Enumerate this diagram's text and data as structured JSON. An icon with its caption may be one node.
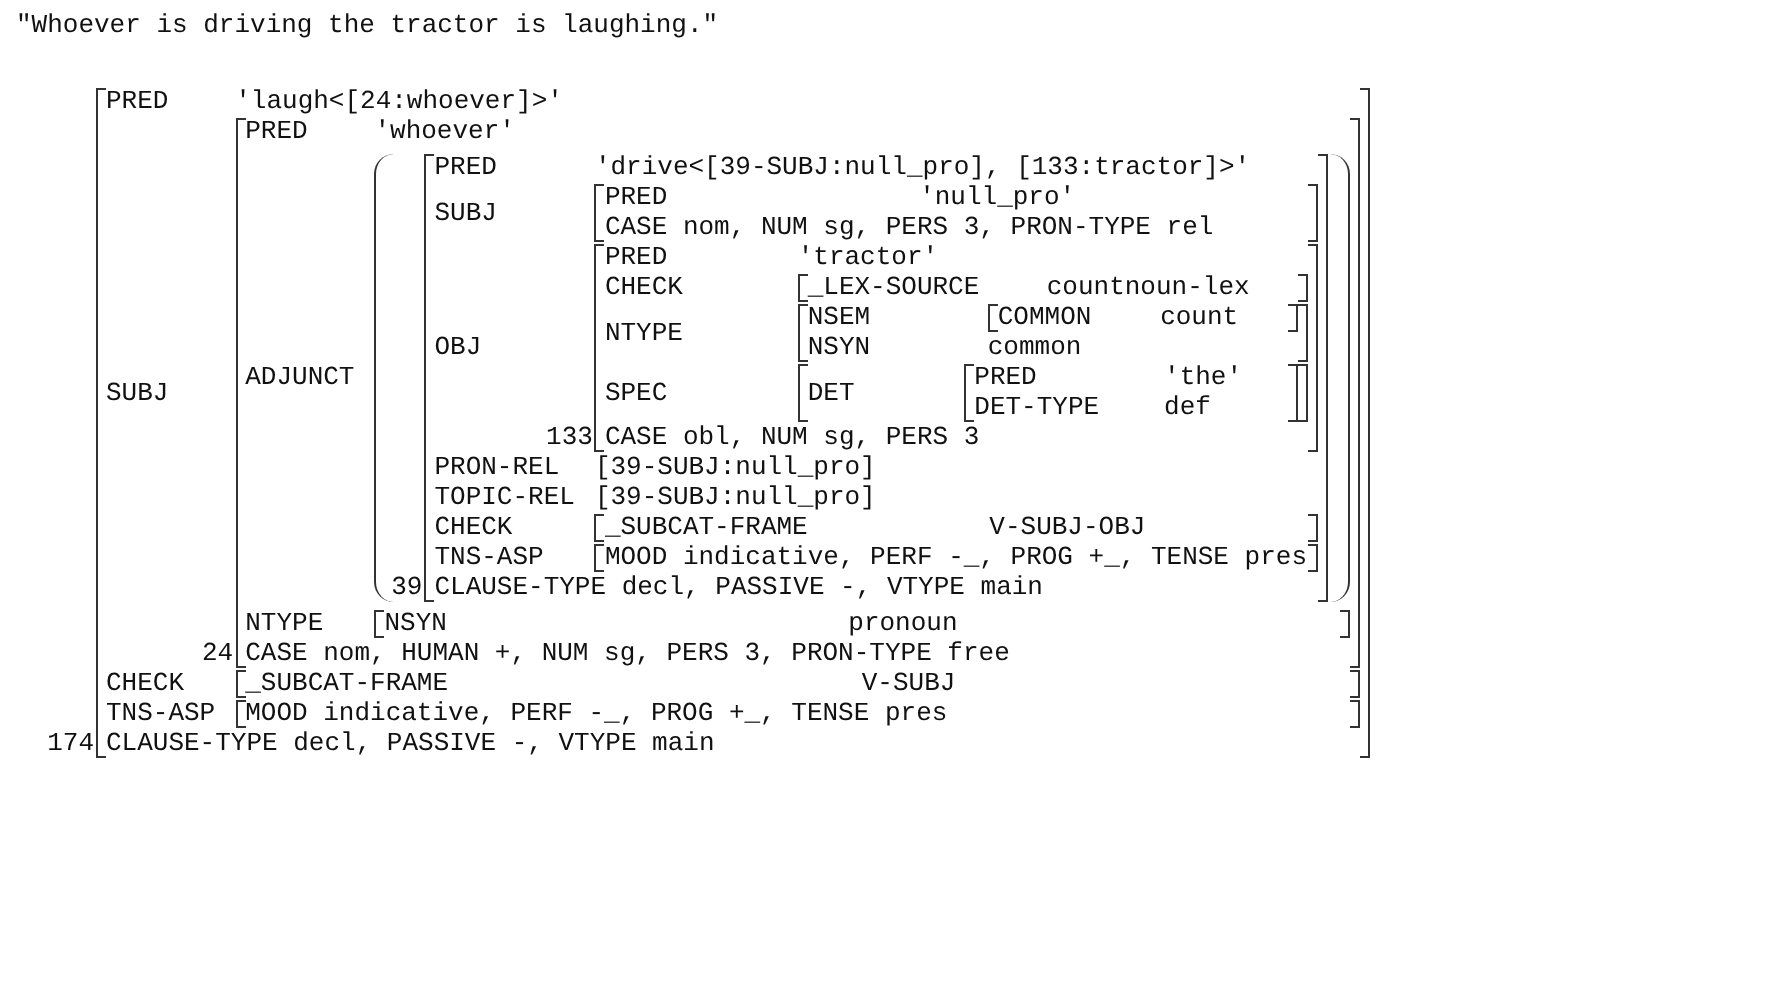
{
  "diagram": {
    "title": "\"Whoever is driving the tractor is laughing.\"",
    "nodes": [
      {
        "text": [
          "PRED",
          "'laugh<[24:whoever]>'",
          "SUBJ",
          "CHECK",
          "TNS-ASP",
          "CLAUSE-TYPE decl, PASSIVE -, VTYPE main"
        ],
        "beside": [
          "174"
        ]
      },
      {
        "text": [
          "PRED",
          "'whoever'",
          "ADJUNCT",
          "NTYPE",
          "CASE nom, HUMAN +, NUM sg, PERS 3, PRON-TYPE free"
        ],
        "in": 0,
        "beside": [
          "24"
        ]
      },
      {
        "text": [
          "PRED",
          "'drive<[39-SUBJ:null_pro], [133:tractor]>'",
          "SUBJ",
          "OBJ",
          "PRON-REL",
          "[39-SUBJ:null_pro]",
          "TOPIC-REL",
          "[39-SUBJ:null_pro]",
          "CHECK",
          "TNS-ASP",
          "CLAUSE-TYPE decl, PASSIVE -, VTYPE main"
        ],
        "in": 1,
        "beside": [
          "39"
        ]
      },
      {
        "text": [
          "PRED",
          "'null_pro'",
          "CASE nom, NUM sg, PERS 3, PRON-TYPE rel"
        ],
        "in": 2
      },
      {
        "text": [
          "PRED",
          "'tractor'",
          "CHECK",
          "NTYPE",
          "SPEC",
          "CASE obl, NUM sg, PERS 3"
        ],
        "in": 2,
        "beside": [
          "133"
        ]
      },
      {
        "text": [
          "_LEX-SOURCE",
          "countnoun-lex"
        ],
        "in": 4
      },
      {
        "text": [
          "NSEM",
          "NSYN",
          "common"
        ],
        "in": 4
      },
      {
        "text": [
          "COMMON",
          "count"
        ],
        "in": 6
      },
      {
        "text": [
          "DET"
        ],
        "in": 4
      },
      {
        "text": [
          "PRED",
          "'the'",
          "DET-TYPE",
          "def"
        ],
        "in": 8
      },
      {
        "text": [
          "_SUBCAT-FRAME",
          "V-SUBJ-OBJ"
        ],
        "in": 2
      },
      {
        "text": [
          "MOOD indicative, PERF -_, PROG +_, TENSE pres"
        ],
        "in": 2
      },
      {
        "text": [
          "NSYN",
          "pronoun"
        ],
        "in": 1
      },
      {
        "text": [
          "_SUBCAT-FRAME",
          "V-SUBJ"
        ],
        "in": 0
      },
      {
        "text": [
          "MOOD indicative, PERF -_, PROG +_, TENSE pres"
        ],
        "in": 0
      }
    ]
  }
}
